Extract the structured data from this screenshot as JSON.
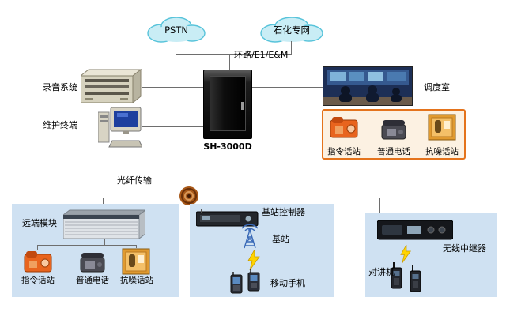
{
  "top": {
    "pstn_label": "PSTN",
    "petro_label": "石化专网",
    "trunk_label": "环路/E1/E&M"
  },
  "center": {
    "cabinet_label": "SH-3000D"
  },
  "left": {
    "recording_label": "录音系统",
    "terminal_label": "维护终端"
  },
  "right": {
    "room_label": "调度室",
    "stations": [
      "指令话站",
      "普通电话",
      "抗噪话站"
    ]
  },
  "fiber": {
    "label": "光纤传输"
  },
  "remote": {
    "title": "远端模块",
    "stations": [
      "指令话站",
      "普通电话",
      "抗噪话站"
    ]
  },
  "base": {
    "controller_label": "基站控制器",
    "station_label": "基站",
    "mobile_label": "移动手机"
  },
  "wireless": {
    "repeater_label": "无线中继器",
    "intercom_label": "对讲机"
  },
  "colors": {
    "panel_blue": "#cfe1f2",
    "orange_border": "#e4731c",
    "cloud_fill": "#c9edf5",
    "line": "#6e6e6e",
    "lightning": "#ffd400"
  }
}
